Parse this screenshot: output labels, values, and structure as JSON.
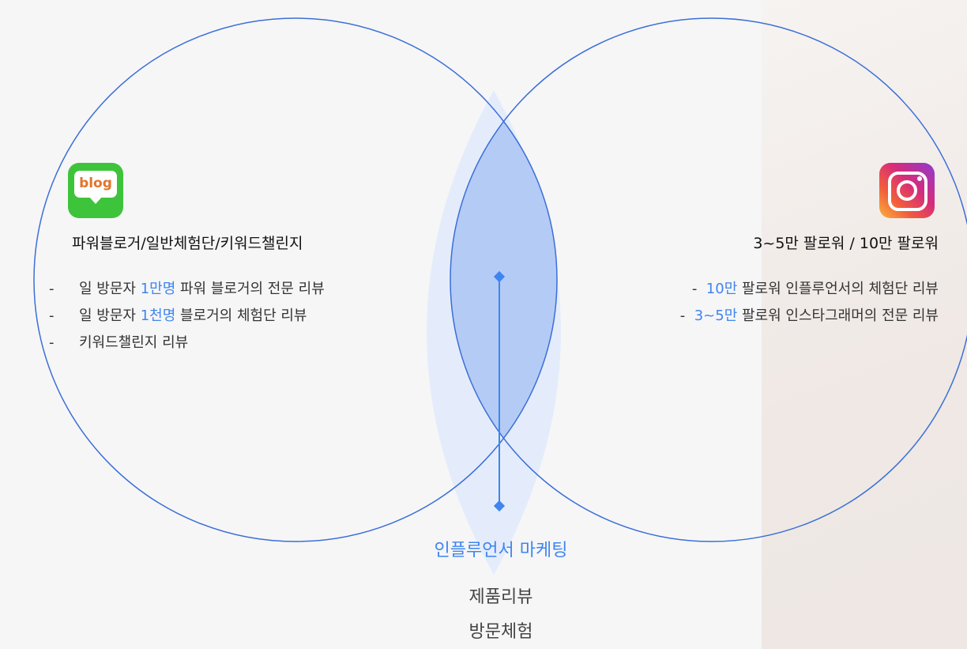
{
  "colors": {
    "accent": "#3f85ef",
    "circle_stroke": "#3b6fd6",
    "intersection_fill": "#b4cbf5",
    "glow": "#e4ecfb",
    "blog_green": "#3ec43a",
    "blog_text": "#e2742a"
  },
  "icons": {
    "left": "naver-blog-icon",
    "right": "instagram-icon"
  },
  "left": {
    "logo_text": "blog",
    "heading": "파워블로거/일반체험단/키워드챌린지",
    "bullets": [
      {
        "dash": "-",
        "before": "일 방문자 ",
        "highlight": "1만명",
        "after": " 파워 블로거의 전문 리뷰"
      },
      {
        "dash": "-",
        "before": "일 방문자 ",
        "highlight": "1천명",
        "after": " 블로거의 체험단 리뷰"
      },
      {
        "dash": "-",
        "before": "키워드챌린지 리뷰",
        "highlight": "",
        "after": ""
      }
    ]
  },
  "right": {
    "heading": "3~5만 팔로워 / 10만 팔로워",
    "bullets": [
      {
        "dash": "-",
        "highlight": "10만",
        "after": " 팔로워 인플루언서의 체험단 리뷰"
      },
      {
        "dash": "-",
        "highlight": "3~5만",
        "after": " 팔로워 인스타그래머의 전문 리뷰"
      }
    ]
  },
  "center": {
    "title": "인플루언서 마케팅",
    "items": [
      "제품리뷰",
      "방문체험"
    ]
  }
}
